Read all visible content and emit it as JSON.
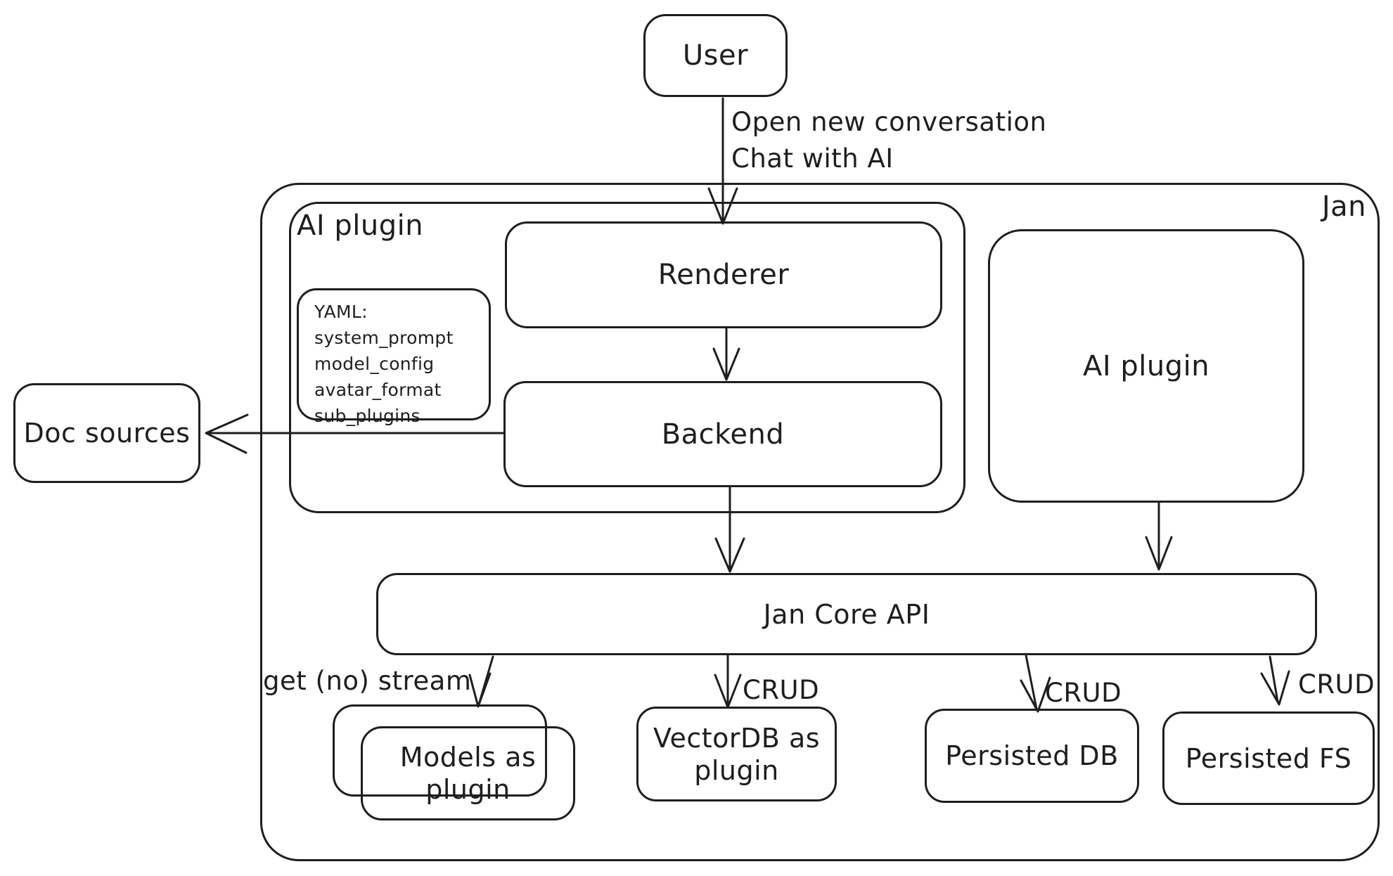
{
  "diagram_title": "Jan",
  "nodes": {
    "user": {
      "label": "User"
    },
    "ai_plugin_container": {
      "label": "AI plugin"
    },
    "renderer": {
      "label": "Renderer"
    },
    "yaml_note": {
      "line1": "YAML:",
      "line2": "system_prompt",
      "line3": "model_config",
      "line4": "avatar_format",
      "line5": "sub_plugins"
    },
    "backend": {
      "label": "Backend"
    },
    "ai_plugin_right": {
      "label": "AI plugin"
    },
    "doc_sources": {
      "label": "Doc sources"
    },
    "jan_core_api": {
      "label": "Jan Core API"
    },
    "models_as_plugin": {
      "line1": "Models as",
      "line2": "plugin"
    },
    "vectordb_as_plugin": {
      "line1": "VectorDB as",
      "line2": "plugin"
    },
    "persisted_db": {
      "label": "Persisted DB"
    },
    "persisted_fs": {
      "label": "Persisted FS"
    }
  },
  "edge_labels": {
    "user_to_renderer": {
      "line1": "Open new conversation",
      "line2": "Chat with AI"
    },
    "jan_core_to_models": "get (no) stream",
    "jan_core_to_vectordb": "CRUD",
    "jan_core_to_persisted_db": "CRUD",
    "jan_core_to_persisted_fs": "CRUD"
  },
  "colors": {
    "stroke": "#1e1e1e",
    "background": "#ffffff"
  }
}
